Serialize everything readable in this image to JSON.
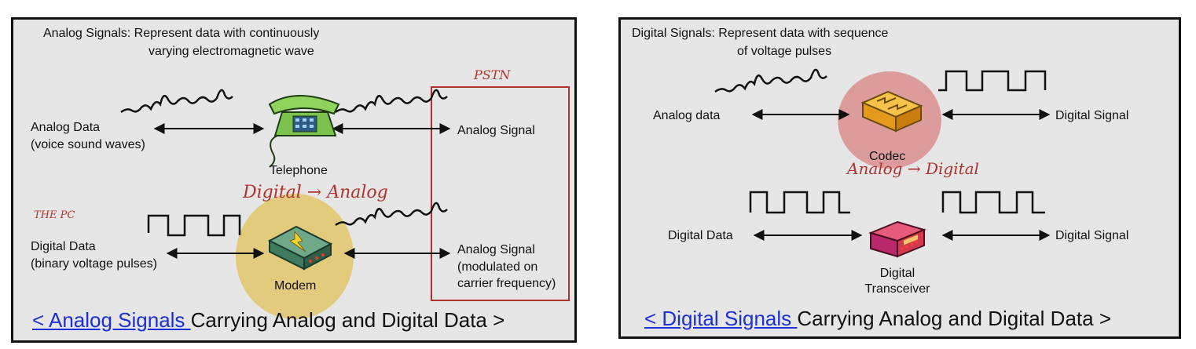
{
  "left": {
    "title_line1": "Analog Signals: Represent data with continuously",
    "title_line2": "varying electromagnetic wave",
    "pstn_note": "PSTN",
    "analog_data_label": "Analog Data",
    "analog_data_sub": "(voice sound waves)",
    "telephone_label": "Telephone",
    "analog_signal_label": "Analog Signal",
    "digital_to_analog_note": "Digital → Analog",
    "pc_note": "THE PC",
    "digital_data_label": "Digital Data",
    "digital_data_sub": "(binary voltage pulses)",
    "modem_label": "Modem",
    "analog_signal2_label": "Analog Signal",
    "analog_signal2_sub1": "(modulated on",
    "analog_signal2_sub2": "carrier frequency)",
    "caption_link": "< Analog Signals ",
    "caption_rest": "Carrying Analog and Digital Data >"
  },
  "right": {
    "title_line1": "Digital Signals: Represent data with sequence",
    "title_line2": "of voltage pulses",
    "analog_data_label": "Analog data",
    "codec_label": "Codec",
    "digital_signal_label": "Digital Signal",
    "analog_to_digital_note": "Analog → Digital",
    "digital_data_label": "Digital Data",
    "digital_signal2_label": "Digital Signal",
    "transceiver_line1": "Digital",
    "transceiver_line2": "Transceiver",
    "caption_link": "< Digital Signals ",
    "caption_rest": "Carrying Analog and Digital Data >"
  },
  "colors": {
    "annotation": "#b0322e",
    "link": "#1c2fd8",
    "modem_highlight": "#e2c66a",
    "codec_highlight": "#d98a8a"
  }
}
